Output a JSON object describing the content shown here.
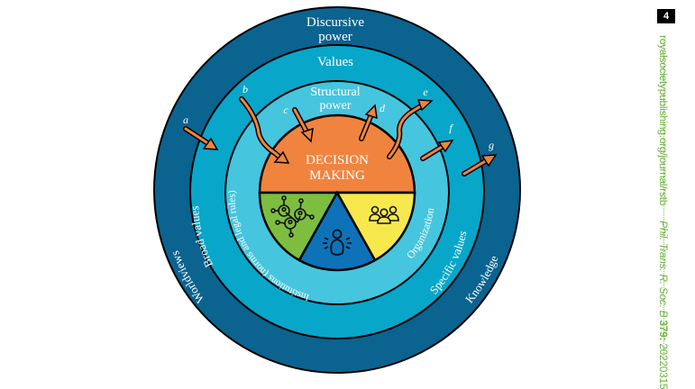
{
  "page": {
    "number": "4",
    "journal_url": "royalsocietypublishing.org/journal/rstb",
    "citation_journal": "Phil. Trans. R. Soc. B",
    "citation_volume": "379:",
    "citation_article": "20220315"
  },
  "diagram": {
    "center_label_line1": "DECISION",
    "center_label_line2": "MAKING",
    "rings": {
      "outer": {
        "title_line1": "Discursive",
        "title_line2": "power",
        "left_label": "Worldviews",
        "right_label": "Knowledge"
      },
      "middle": {
        "title": "Values",
        "left_label": "Broad values",
        "right_label": "Specific values"
      },
      "inner": {
        "title_line1": "Structural",
        "title_line2": "power",
        "left_label": "Institutions (norms and legal rules)",
        "right_label": "Organization"
      }
    },
    "slices": [
      {
        "name": "institutions",
        "icon": "network-people-icon"
      },
      {
        "name": "individual",
        "icon": "person-pressure-icon"
      },
      {
        "name": "organization",
        "icon": "group-people-icon"
      }
    ],
    "arrows": [
      {
        "label": "a",
        "direction": "inward"
      },
      {
        "label": "b",
        "direction": "inward"
      },
      {
        "label": "c",
        "direction": "inward"
      },
      {
        "label": "d",
        "direction": "outward"
      },
      {
        "label": "e",
        "direction": "outward"
      },
      {
        "label": "f",
        "direction": "outward"
      },
      {
        "label": "g",
        "direction": "outward"
      }
    ],
    "colors": {
      "outer_ring": "#0B6390",
      "middle_ring": "#08A6C9",
      "inner_ring": "#46C5DE",
      "decision": "#F0843F",
      "green_slice": "#7DBE41",
      "blue_slice": "#0E72B8",
      "yellow_slice": "#F7E84D",
      "arrow": "#F0843F"
    }
  }
}
